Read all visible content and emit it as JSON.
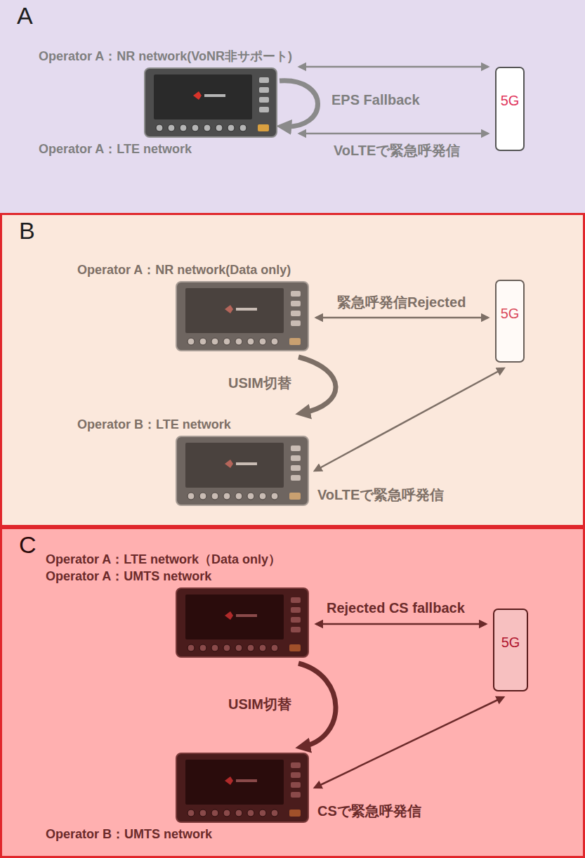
{
  "diagram": {
    "nodes": [
      {
        "text": [
          "A"
        ]
      },
      {
        "text": [
          "Operator A：NR network(VoNR非サポート)",
          "Operator A：LTE network"
        ],
        "in": 0
      },
      {
        "text": [
          "5G"
        ],
        "in": 0
      },
      {
        "text": [
          "B"
        ]
      },
      {
        "text": [
          "Operator A：NR network(Data only)"
        ],
        "in": 3
      },
      {
        "text": [
          "5G"
        ],
        "in": 3
      },
      {
        "text": [
          "Operator B：LTE network"
        ],
        "in": 3
      },
      {
        "text": [
          "C"
        ]
      },
      {
        "text": [
          "Operator A：LTE network（Data only）",
          "Operator A：UMTS network"
        ],
        "in": 7
      },
      {
        "text": [
          "5G"
        ],
        "in": 7
      },
      {
        "text": [
          "Operator B：UMTS network"
        ],
        "in": 7
      }
    ],
    "edges": [
      {
        "from": 1,
        "to": 2,
        "arrow": "both"
      },
      {
        "from": 1,
        "to": 2,
        "label": "VoLTEで緊急呼発信",
        "arrow": "both"
      },
      {
        "from": 4,
        "to": 5,
        "label": "緊急呼発信Rejected",
        "arrow": "both"
      },
      {
        "from": 4,
        "to": 6,
        "label": "USIM切替",
        "arrow": "to"
      },
      {
        "from": 6,
        "to": 5,
        "label": "VoLTEで緊急呼発信",
        "arrow": "both"
      },
      {
        "from": 8,
        "to": 9,
        "label": "Rejected CS fallback",
        "arrow": "both"
      },
      {
        "from": 8,
        "to": 10,
        "label": "USIM切替",
        "arrow": "to"
      },
      {
        "from": 10,
        "to": 9,
        "label": "CSで緊急呼発信",
        "arrow": "both"
      }
    ],
    "labels": [
      "EPS Fallback"
    ]
  }
}
